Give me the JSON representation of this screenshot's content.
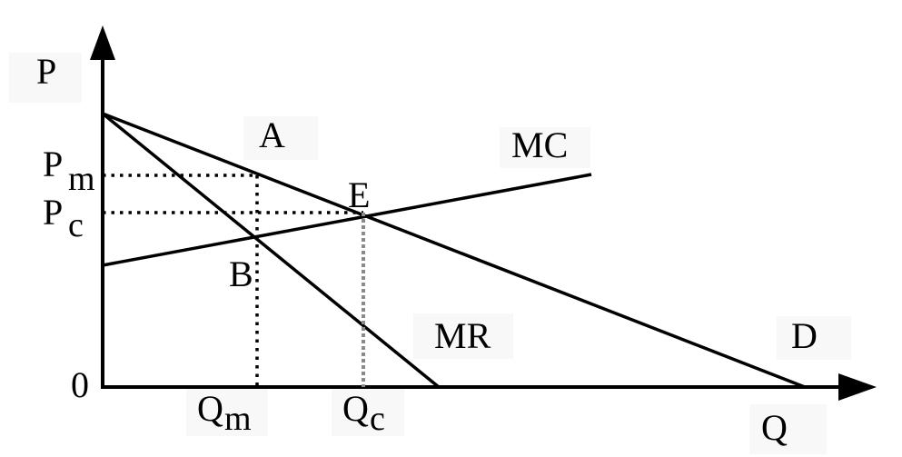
{
  "diagram": {
    "labels": {
      "p_axis": "P",
      "q_axis": "Q",
      "origin": "0",
      "point_a": "A",
      "point_b": "B",
      "point_e": "E",
      "mc": "MC",
      "mr": "MR",
      "d": "D",
      "pm_main": "P",
      "pm_sub": "m",
      "pc_main": "P",
      "pc_sub": "c",
      "qm_main": "Q",
      "qm_sub": "m",
      "qc_main": "Q",
      "qc_sub": "c"
    },
    "colors": {
      "line": "#000000",
      "label_background": "#f8f8f8",
      "qc_dashed": "#8a8a8a"
    }
  }
}
